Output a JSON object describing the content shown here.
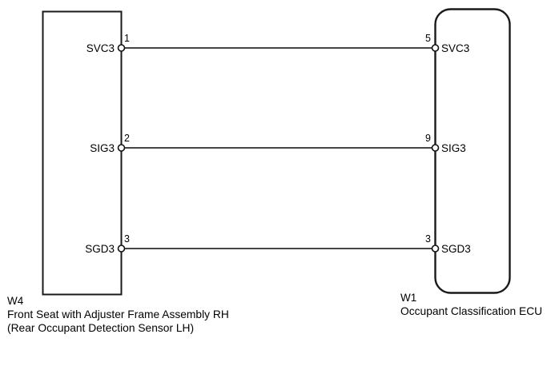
{
  "diagram": {
    "type": "automotive-wiring-connector-diagram",
    "background_color": "#ffffff",
    "line_color": "#2b2b2b",
    "box_stroke_color": "#1a1a1a",
    "text_color": "#000000",
    "left_connector": {
      "code": "W4",
      "name_line1": "Front Seat with Adjuster Frame Assembly RH",
      "name_line2": "(Rear Occupant Detection Sensor LH)",
      "shape": "rectangle",
      "pins": [
        {
          "number": "1",
          "label": "SVC3"
        },
        {
          "number": "2",
          "label": "SIG3"
        },
        {
          "number": "3",
          "label": "SGD3"
        }
      ]
    },
    "right_connector": {
      "code": "W1",
      "name_line1": "Occupant Classification ECU",
      "shape": "rounded-rectangle",
      "pins": [
        {
          "number": "5",
          "label": "SVC3"
        },
        {
          "number": "9",
          "label": "SIG3"
        },
        {
          "number": "3",
          "label": "SGD3"
        }
      ]
    },
    "wires": [
      {
        "signal": "SVC3",
        "from_pin": "1",
        "to_pin": "5"
      },
      {
        "signal": "SIG3",
        "from_pin": "2",
        "to_pin": "9"
      },
      {
        "signal": "SGD3",
        "from_pin": "3",
        "to_pin": "3"
      }
    ]
  }
}
